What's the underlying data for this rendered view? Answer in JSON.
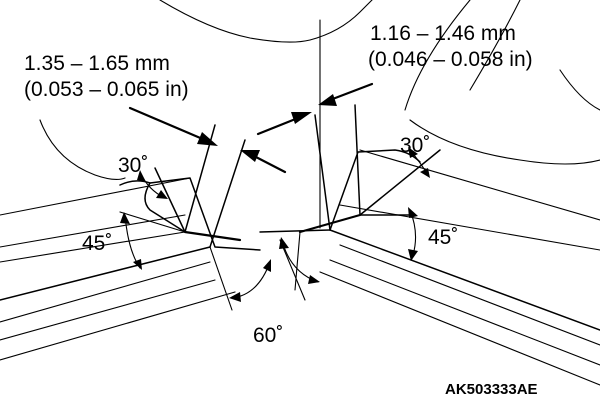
{
  "labels": {
    "left_width_mm": "1.35 – 1.65 mm",
    "left_width_in": "(0.053 – 0.065 in)",
    "right_width_mm": "1.16 – 1.46 mm",
    "right_width_in": "(0.046 – 0.058 in)",
    "angle_30": "30˚",
    "angle_45": "45˚",
    "angle_60": "60˚",
    "figure_code": "AK503333AE"
  }
}
